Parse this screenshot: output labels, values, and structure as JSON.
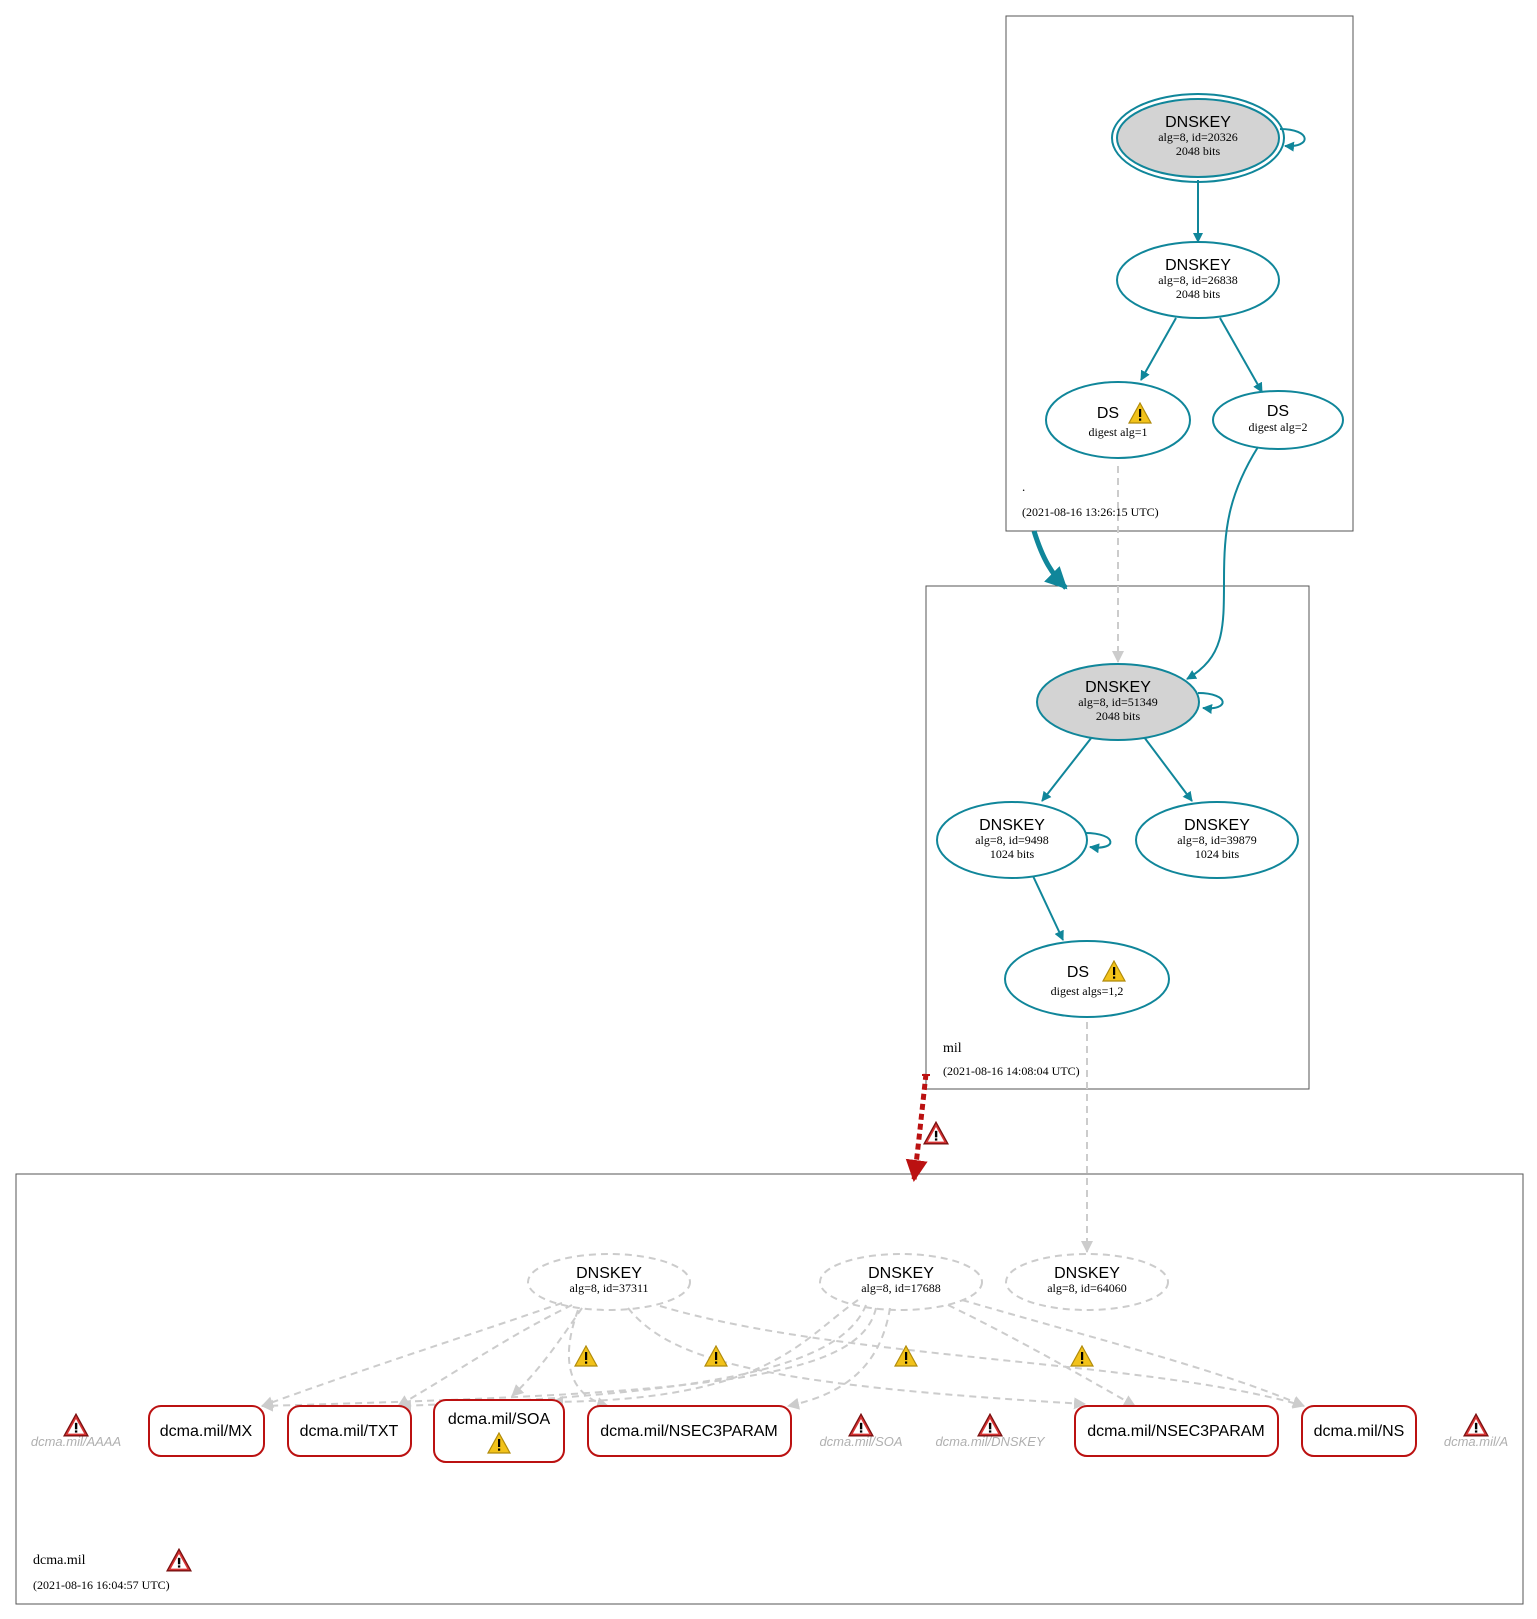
{
  "zones": {
    "root": {
      "name": ".",
      "timestamp": "(2021-08-16 13:26:15 UTC)"
    },
    "mil": {
      "name": "mil",
      "timestamp": "(2021-08-16 14:08:04 UTC)"
    },
    "dcma": {
      "name": "dcma.mil",
      "timestamp": "(2021-08-16 16:04:57 UTC)"
    }
  },
  "nodes": {
    "root_ksk": {
      "title": "DNSKEY",
      "line1": "alg=8, id=20326",
      "line2": "2048 bits"
    },
    "root_zsk": {
      "title": "DNSKEY",
      "line1": "alg=8, id=26838",
      "line2": "2048 bits"
    },
    "root_ds1": {
      "title": "DS",
      "line1": "digest alg=1"
    },
    "root_ds2": {
      "title": "DS",
      "line1": "digest alg=2"
    },
    "mil_ksk": {
      "title": "DNSKEY",
      "line1": "alg=8, id=51349",
      "line2": "2048 bits"
    },
    "mil_zsk1": {
      "title": "DNSKEY",
      "line1": "alg=8, id=9498",
      "line2": "1024 bits"
    },
    "mil_zsk2": {
      "title": "DNSKEY",
      "line1": "alg=8, id=39879",
      "line2": "1024 bits"
    },
    "mil_ds": {
      "title": "DS",
      "line1": "digest algs=1,2"
    },
    "dcma_k1": {
      "title": "DNSKEY",
      "line1": "alg=8, id=37311"
    },
    "dcma_k2": {
      "title": "DNSKEY",
      "line1": "alg=8, id=17688"
    },
    "dcma_k3": {
      "title": "DNSKEY",
      "line1": "alg=8, id=64060"
    }
  },
  "rrsets": {
    "mx": "dcma.mil/MX",
    "txt": "dcma.mil/TXT",
    "soa": "dcma.mil/SOA",
    "nsec3param_a": "dcma.mil/NSEC3PARAM",
    "nsec3param_b": "dcma.mil/NSEC3PARAM",
    "ns": "dcma.mil/NS"
  },
  "missing": {
    "aaaa": "dcma.mil/AAAA",
    "soa": "dcma.mil/SOA",
    "dnskey": "dcma.mil/DNSKEY",
    "a": "dcma.mil/A"
  },
  "colors": {
    "secure": "#10869a",
    "bogus": "#bb1111",
    "insecure": "#cccccc",
    "ksk_fill": "#d3d3d3",
    "warning": "#f2c21a",
    "error": "#d63333"
  }
}
